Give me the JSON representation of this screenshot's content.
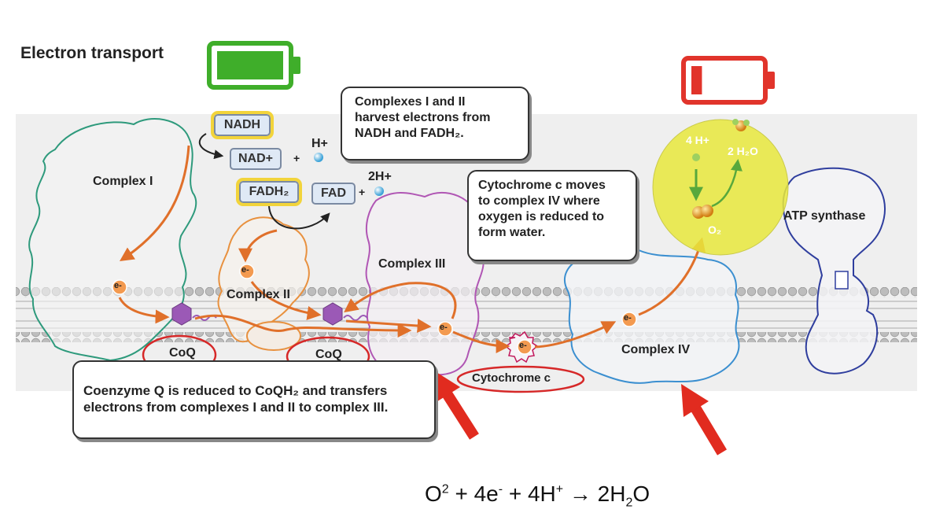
{
  "title": "Electron transport",
  "callouts": {
    "complexes_1_2": [
      "Complexes I and II",
      "harvest electrons from",
      "NADH and FADH₂."
    ],
    "cytochrome_c": [
      "Cytochrome c moves",
      "to complex IV where",
      "oxygen is reduced to",
      "form water."
    ],
    "coenzyme_q": [
      "Coenzyme Q is reduced to CoQH₂ and transfers",
      "electrons from complexes I and II to complex III."
    ]
  },
  "labels": {
    "complex_1": "Complex I",
    "complex_2": "Complex II",
    "complex_3": "Complex III",
    "complex_4": "Complex IV",
    "atp_synthase": "ATP synthase",
    "coq_left": "CoQ",
    "coq_right": "CoQ",
    "cytochrome": "Cytochrome c"
  },
  "chemicals": {
    "nadh": "NADH",
    "nad_plus": "NAD+",
    "h_plus": "H+",
    "fadh2": "FADH₂",
    "fad": "FAD",
    "two_h_plus": "2H+",
    "plus": "+",
    "four_h_plus": "4 H+",
    "two_h2o": "2 H₂O",
    "o2": "O₂",
    "electron": "e-"
  },
  "equation": {
    "o": "O",
    "o_sup": "2",
    "mid1": " + 4e",
    "e_sup": "-",
    "mid2": " + 4H",
    "h_sup": "+",
    "arrow": " → 2H",
    "h2o_sub": "2",
    "end": "O"
  },
  "colors": {
    "membrane_bg": "#f0f0f0",
    "lipid_head": "#bdbdbd",
    "complex1": "#2e9a7c",
    "complex2": "#e8913f",
    "complex3": "#b056b4",
    "complex4": "#3b8fd0",
    "atp_synthase": "#2f3e9e",
    "electron_arrow": "#e0702a",
    "red_annotation": "#d62828",
    "oxygen_highlight": "#e8e83c",
    "battery_full": "#3fae2a",
    "battery_low": "#e1342b"
  },
  "batteries": {
    "full_level": 1.0,
    "low_level": 0.1
  }
}
